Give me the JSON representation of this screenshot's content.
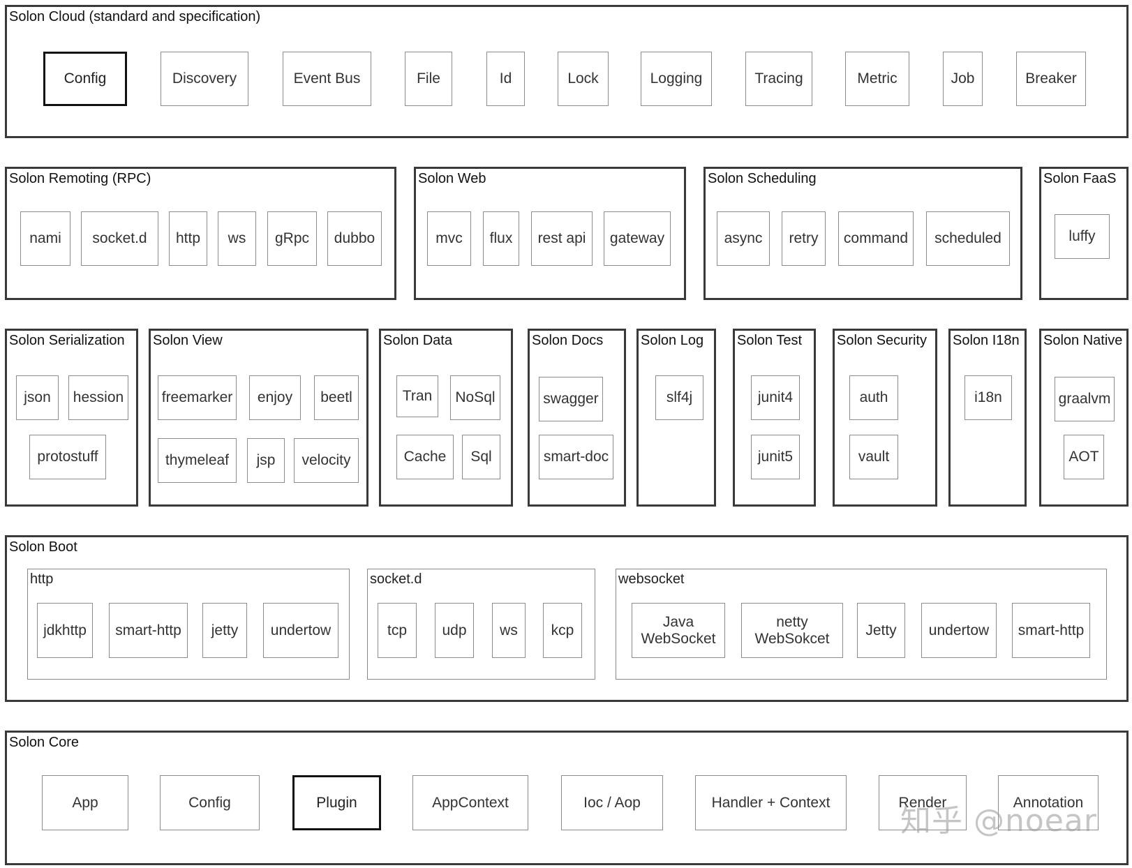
{
  "cloud": {
    "title": "Solon Cloud (standard and specification)",
    "items": [
      "Config",
      "Discovery",
      "Event Bus",
      "File",
      "Id",
      "Lock",
      "Logging",
      "Tracing",
      "Metric",
      "Job",
      "Breaker"
    ]
  },
  "remoting": {
    "title": "Solon Remoting (RPC)",
    "items": [
      "nami",
      "socket.d",
      "http",
      "ws",
      "gRpc",
      "dubbo"
    ]
  },
  "web": {
    "title": "Solon Web",
    "items": [
      "mvc",
      "flux",
      "rest api",
      "gateway"
    ]
  },
  "scheduling": {
    "title": "Solon Scheduling",
    "items": [
      "async",
      "retry",
      "command",
      "scheduled"
    ]
  },
  "faas": {
    "title": "Solon FaaS",
    "items": [
      "luffy"
    ]
  },
  "serialization": {
    "title": "Solon Serialization",
    "items": [
      "json",
      "hession",
      "protostuff"
    ]
  },
  "view": {
    "title": "Solon View",
    "items": [
      "freemarker",
      "enjoy",
      "beetl",
      "thymeleaf",
      "jsp",
      "velocity"
    ]
  },
  "data": {
    "title": "Solon Data",
    "items": [
      "Tran",
      "NoSql",
      "Cache",
      "Sql"
    ]
  },
  "docs": {
    "title": "Solon Docs",
    "items": [
      "swagger",
      "smart-doc"
    ]
  },
  "log": {
    "title": "Solon Log",
    "items": [
      "slf4j"
    ]
  },
  "test": {
    "title": "Solon Test",
    "items": [
      "junit4",
      "junit5"
    ]
  },
  "security": {
    "title": "Solon Security",
    "items": [
      "auth",
      "vault"
    ]
  },
  "i18n": {
    "title": "Solon I18n",
    "items": [
      "i18n"
    ]
  },
  "native": {
    "title": "Solon Native",
    "items": [
      "graalvm",
      "AOT"
    ]
  },
  "boot": {
    "title": "Solon Boot",
    "http": {
      "title": "http",
      "items": [
        "jdkhttp",
        "smart-http",
        "jetty",
        "undertow"
      ]
    },
    "socketd": {
      "title": "socket.d",
      "items": [
        "tcp",
        "udp",
        "ws",
        "kcp"
      ]
    },
    "websocket": {
      "title": "websocket",
      "items": [
        "Java\nWebSocket",
        "netty\nWebSokcet",
        "Jetty",
        "undertow",
        "smart-http"
      ]
    }
  },
  "core": {
    "title": "Solon Core",
    "items": [
      "App",
      "Config",
      "Plugin",
      "AppContext",
      "Ioc / Aop",
      "Handler + Context",
      "Render",
      "Annotation"
    ]
  },
  "watermark": "知乎 @noear"
}
